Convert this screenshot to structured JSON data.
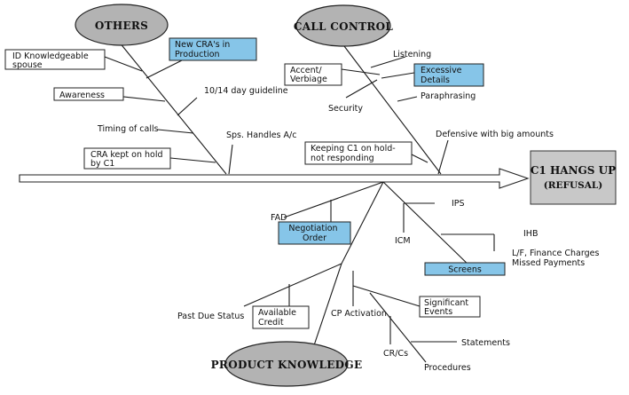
{
  "effect": {
    "line1": "C1 HANGS UP",
    "line2": "(REFUSAL)"
  },
  "categories": {
    "others": "OTHERS",
    "call_control": "CALL CONTROL",
    "product_knowledge": "PRODUCT KNOWLEDGE"
  },
  "others": {
    "id_knowledgeable": [
      "ID Knowledgeable",
      "spouse"
    ],
    "new_cras": [
      "New CRA's in",
      "Production"
    ],
    "awareness": "Awareness",
    "day_guideline": "10/14 day guideline",
    "timing_of_calls": "Timing of calls",
    "sps_handles": "Sps. Handles A/c",
    "cra_kept_on_hold": [
      "CRA kept on hold",
      "by C1"
    ]
  },
  "call_control": {
    "accent": [
      "Accent/",
      "Verbiage"
    ],
    "listening": "Listening",
    "excessive_details": [
      "Excessive",
      "Details"
    ],
    "paraphrasing": "Paraphrasing",
    "security": "Security",
    "keeping_c1": [
      "Keeping C1 on hold-",
      "not responding"
    ],
    "defensive": "Defensive with big amounts"
  },
  "lower": {
    "fad": "FAD",
    "negotiation_order": [
      "Negotiation",
      "Order"
    ],
    "ips": "IPS",
    "icm": "ICM",
    "ihb": "IHB",
    "lf_finance": [
      "L/F, Finance Charges",
      "Missed Payments"
    ],
    "screens": "Screens"
  },
  "product_knowledge": {
    "past_due_status": "Past Due Status",
    "available_credit": [
      "Available",
      "Credit"
    ],
    "cp_activation": "CP Activation",
    "significant_events": [
      "Significant",
      "Events"
    ],
    "statements": "Statements",
    "cr_cs": "CR/Cs",
    "procedures": "Procedures"
  },
  "colors": {
    "highlight_box": "#86c5e8",
    "category_ellipse": "#b3b3b3",
    "effect_box": "#c8c8c8"
  }
}
